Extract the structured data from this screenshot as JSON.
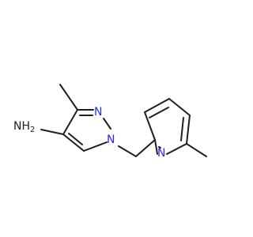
{
  "molecule": {
    "atoms": {
      "amine": {
        "text": "NH2",
        "main": "NH",
        "sub": "2",
        "color": "#1f1f1f"
      },
      "pyrazole_n2": {
        "text": "N",
        "color": "#2a2af2"
      },
      "pyrazole_n1": {
        "text": "N",
        "color": "#2a2af2"
      },
      "pyridine_n": {
        "text": "N",
        "color": "#2a2af2"
      }
    },
    "bond_color": "#1f1f1f"
  }
}
